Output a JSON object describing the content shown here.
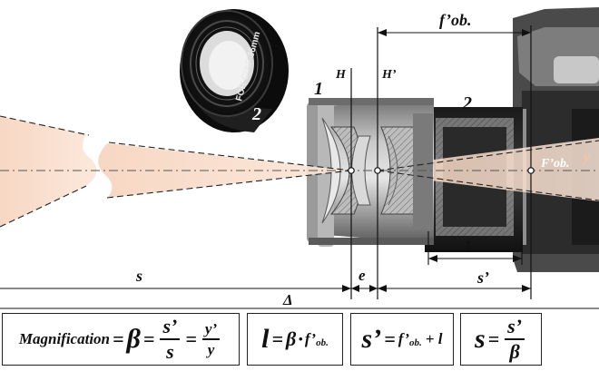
{
  "labels": {
    "ring_inscription": "FOR C/AF 36mm",
    "ring_number": "2",
    "lens_number": "1",
    "tube_number": "2",
    "principal_plane_H": "H",
    "principal_plane_H_prime": "H’",
    "focal_length": "f’ob.",
    "focal_point": "F’ob.",
    "image_height": "y",
    "object_distance": "s",
    "image_distance": "s’",
    "extension_length": "l",
    "plane_separation": "e",
    "total_distance": "Δ"
  },
  "formulas": {
    "magnification": {
      "word": "Magnification",
      "eq1": "=",
      "beta": "β",
      "eq2": "=",
      "num1": "s’",
      "den1": "s",
      "eq3": "=",
      "num2": "y’",
      "den2": "y"
    },
    "extension": {
      "lhs": "l",
      "eq": "=",
      "beta": "β",
      "dot": "·",
      "f": "f’",
      "sub": "ob."
    },
    "image_dist": {
      "lhs": "s’",
      "eq": "=",
      "f": "f’",
      "sub": "ob.",
      "plus": "+ l"
    },
    "object_dist": {
      "lhs": "s",
      "eq": "=",
      "num": "s’",
      "den": "β"
    }
  }
}
